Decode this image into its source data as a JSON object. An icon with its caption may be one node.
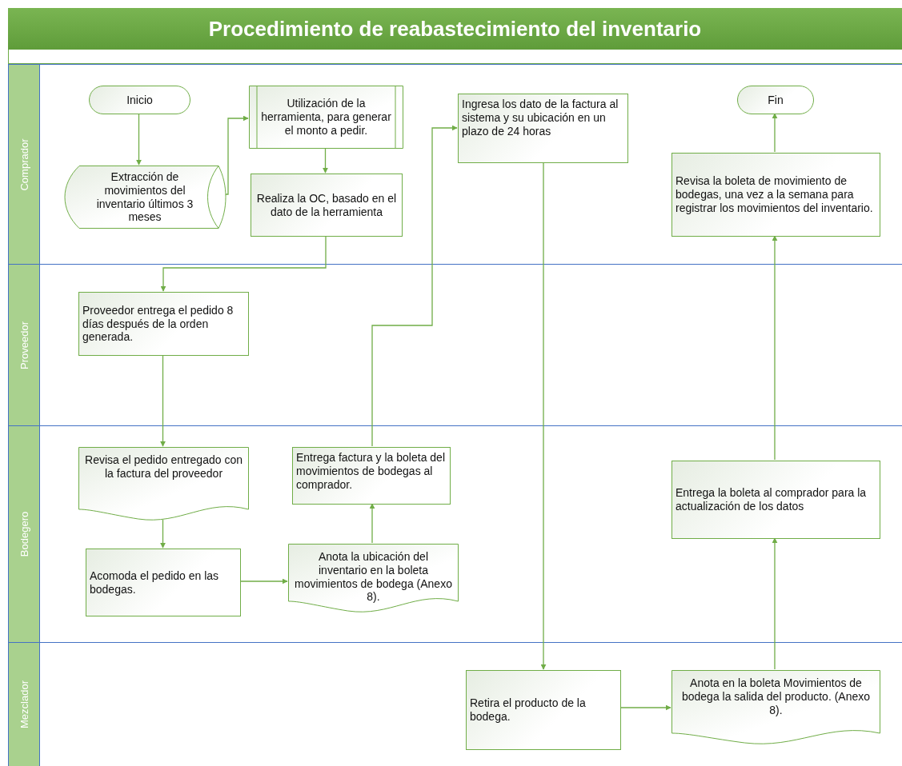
{
  "diagram": {
    "title": "Procedimiento de reabastecimiento del inventario",
    "nodes": [
      {
        "text": [
          "Comprador"
        ]
      },
      {
        "text": [
          "Proveedor"
        ]
      },
      {
        "text": [
          "Bodegero"
        ]
      },
      {
        "text": [
          "Mezclador"
        ]
      },
      {
        "text": [
          "Inicio"
        ],
        "in": 0
      },
      {
        "text": [
          "Extracción de movimientos del inventario últimos 3 meses"
        ],
        "in": 0
      },
      {
        "text": [
          "Utilización de la herramienta, para generar el monto a pedir."
        ],
        "in": 0
      },
      {
        "text": [
          "Realiza la OC, basado en el dato de la herramienta"
        ],
        "in": 0
      },
      {
        "text": [
          "Ingresa los dato de la factura al sistema y su ubicación en un plazo de 24 horas"
        ],
        "in": 0
      },
      {
        "text": [
          "Fin"
        ],
        "in": 0
      },
      {
        "text": [
          "Revisa la boleta de movimiento de bodegas, una  vez a la semana para registrar  los movimientos del inventario."
        ],
        "in": 0
      },
      {
        "text": [
          "Proveedor entrega el pedido 8 días después de la orden generada."
        ],
        "in": 1
      },
      {
        "text": [
          "Revisa el pedido entregado con la factura del proveedor"
        ],
        "in": 2
      },
      {
        "text": [
          "Acomoda el pedido en las bodegas."
        ],
        "in": 2
      },
      {
        "text": [
          "Anota la ubicación del inventario en la boleta movimientos de bodega (Anexo 8)."
        ],
        "in": 2
      },
      {
        "text": [
          "Entrega factura y la boleta del movimientos de bodegas al comprador."
        ],
        "in": 2
      },
      {
        "text": [
          "Entrega la boleta al comprador para la actualización de los datos"
        ],
        "in": 2
      },
      {
        "text": [
          "Retira el producto de la bodega."
        ],
        "in": 3
      },
      {
        "text": [
          "Anota en la  boleta Movimientos de bodega la salida del producto. (Anexo 8)."
        ],
        "in": 3
      }
    ],
    "edges": [
      {
        "from": 4,
        "to": 5,
        "arrow": "to"
      },
      {
        "from": 5,
        "to": 6,
        "arrow": "to"
      },
      {
        "from": 6,
        "to": 7,
        "arrow": "to"
      },
      {
        "from": 7,
        "to": 11,
        "arrow": "to"
      },
      {
        "from": 11,
        "to": 12,
        "arrow": "to"
      },
      {
        "from": 12,
        "to": 13,
        "arrow": "to"
      },
      {
        "from": 13,
        "to": 14,
        "arrow": "to"
      },
      {
        "from": 14,
        "to": 15,
        "arrow": "to"
      },
      {
        "from": 15,
        "to": 8,
        "arrow": "to"
      },
      {
        "from": 8,
        "to": 17,
        "arrow": "to"
      },
      {
        "from": 17,
        "to": 18,
        "arrow": "to"
      },
      {
        "from": 18,
        "to": 16,
        "arrow": "to"
      },
      {
        "from": 16,
        "to": 10,
        "arrow": "to"
      },
      {
        "from": 10,
        "to": 9,
        "arrow": "to"
      }
    ]
  }
}
